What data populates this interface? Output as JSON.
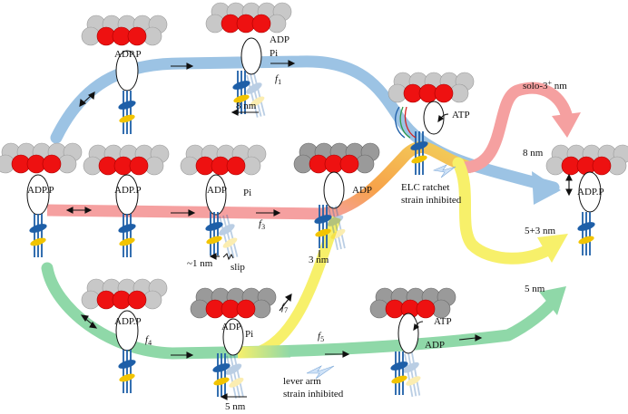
{
  "labels": {
    "adp_p": "ADP.P",
    "adp": "ADP",
    "pi": "Pi",
    "atp": "ATP",
    "f1": "f",
    "f1_sub": "1",
    "f3": "f",
    "f3_sub": "3",
    "f4": "f",
    "f4_sub": "4",
    "f5": "f",
    "f5_sub": "5",
    "f7": "f",
    "f7_sub": "7",
    "step_8nm_top": "8 nm",
    "step_1nm": "~1 nm",
    "slip": "slip",
    "step_3nm": "3 nm",
    "step_5nm_bottom": "5 nm",
    "elc_line1": "ELC ratchet",
    "elc_line2": "strain inhibited",
    "lever_line1": "lever arm",
    "lever_line2": "strain inhibited",
    "out_solo": "solo-3",
    "out_solo_sup": "+",
    "out_solo_unit": " nm",
    "out_8nm": "8 nm",
    "out_53nm": "5+3 nm",
    "out_5nm": "5 nm"
  },
  "colors": {
    "blue_path": "#9cc3e4",
    "red_path": "#f5a0a0",
    "green_path": "#8fd8a8",
    "yellow_path": "#f7f06a",
    "orange_path": "#f7a24a",
    "actin_red": "#ee1111",
    "actin_grey": "#c8c8c8",
    "actin_dark": "#9a9a9a",
    "lever_blue": "#1e5fa8",
    "elc_yellow": "#f2c400",
    "lightning": "#cfe2f7"
  }
}
